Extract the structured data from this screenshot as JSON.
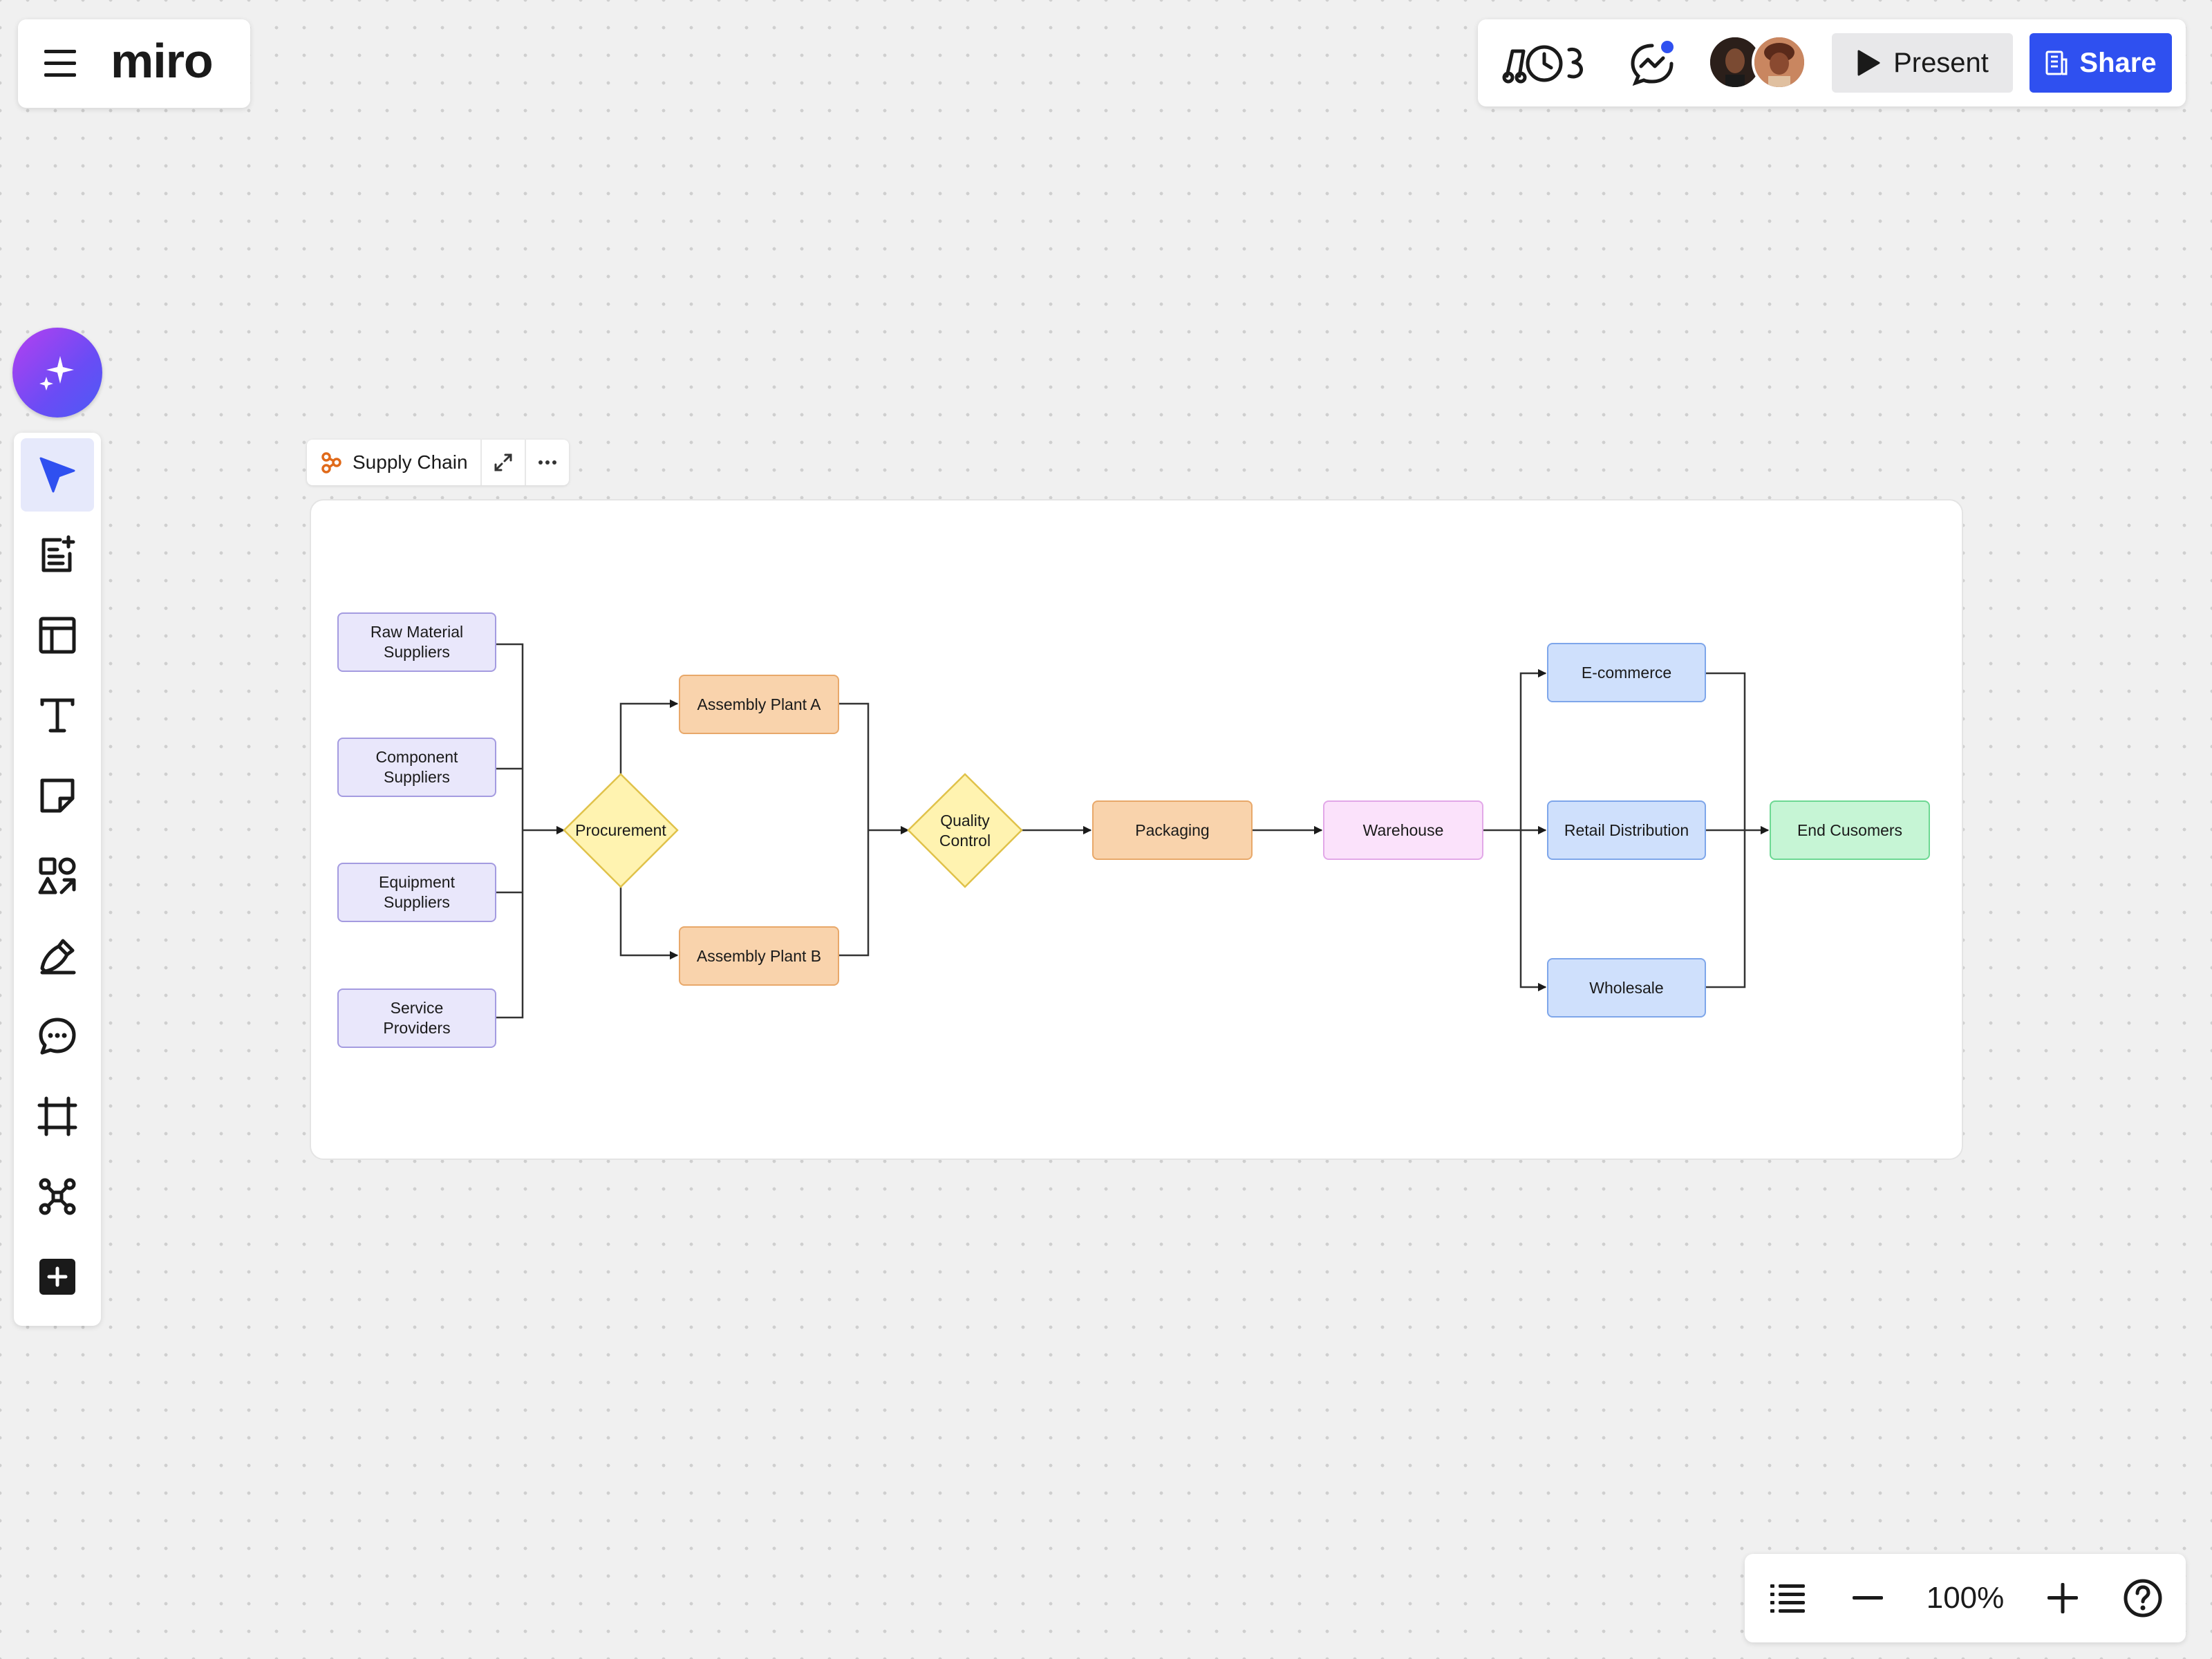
{
  "header": {
    "logo_text": "miro",
    "present_label": "Present",
    "share_label": "Share"
  },
  "frame": {
    "title": "Supply Chain"
  },
  "diagram": {
    "nodes": {
      "raw_material": "Raw Material\nSuppliers",
      "component": "Component\nSuppliers",
      "equipment": "Equipment\nSuppliers",
      "service": "Service\nProviders",
      "procurement": "Procurement",
      "plant_a": "Assembly Plant A",
      "plant_b": "Assembly Plant B",
      "quality": "Quality\nControl",
      "packaging": "Packaging",
      "warehouse": "Warehouse",
      "ecommerce": "E-commerce",
      "retail": "Retail Distribution",
      "wholesale": "Wholesale",
      "end": "End Cusomers"
    }
  },
  "zoom": {
    "level": "100%"
  },
  "colors": {
    "accent": "#2f50f0",
    "supplier_fill": "#e9e7fb",
    "decision_fill": "#fff3b0",
    "plant_fill": "#f9d3ac",
    "warehouse_fill": "#fbe2fb",
    "channel_fill": "#cfe0fc",
    "end_fill": "#c6f5d5"
  },
  "icons": {
    "menu": "hamburger-menu-icon",
    "timer": "timer-icon",
    "reactions": "reactions-icon",
    "play": "play-icon",
    "share": "share-board-icon",
    "ai": "sparkle-icon",
    "select": "cursor-icon",
    "templates": "templates-icon",
    "layouts": "layout-icon",
    "text": "text-icon",
    "sticky": "sticky-note-icon",
    "shapes": "shapes-icon",
    "pen": "pen-icon",
    "comment": "comment-icon",
    "frame": "frame-icon",
    "mindmap": "mindmap-icon",
    "more": "plus-square-icon",
    "list": "list-icon",
    "zoom_out": "minus-icon",
    "zoom_in": "plus-icon",
    "help": "help-icon"
  }
}
